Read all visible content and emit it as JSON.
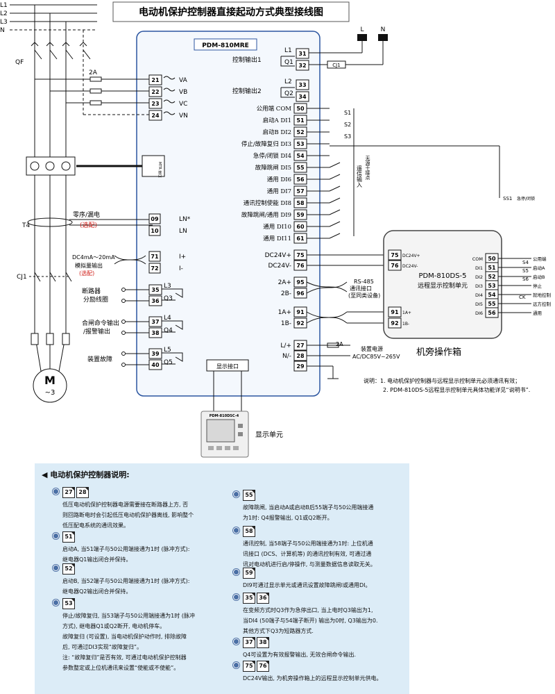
{
  "title": "电动机保护控制器直接起动方式典型接线图",
  "model": "PDM-810MRE",
  "lines": [
    "L1",
    "L2",
    "L3",
    "N"
  ],
  "qf": "QF",
  "t4": "T4",
  "cj1": "CJ1",
  "fuse_2a": "2A",
  "motor": {
    "label": "M",
    "sub": "~3"
  },
  "mtr_port": "MTR 端口",
  "top_ln": {
    "l": "L",
    "n": "N"
  },
  "cj1_small": "CJ1",
  "left_terms": [
    {
      "name": "VA",
      "num": "21"
    },
    {
      "name": "VB",
      "num": "22"
    },
    {
      "name": "VC",
      "num": "23"
    },
    {
      "name": "VN",
      "num": "24"
    }
  ],
  "zero_seq": {
    "title": "零序/漏电",
    "opt": "(选配)",
    "t1": "09",
    "t2": "10",
    "l1": "LN*",
    "l2": "LN"
  },
  "analog": {
    "title": "DC4mA～20mA",
    "title2": "模拟量输出",
    "opt": "(选配)",
    "t1": "71",
    "t2": "72",
    "l1": "I+",
    "l2": "I-"
  },
  "relays": [
    {
      "desc": "断路器",
      "desc2": "分励线圈",
      "l": "L3",
      "q": "Q3",
      "t1": "35",
      "t2": "36"
    },
    {
      "desc": "合闸命令输出",
      "desc2": "/报警输出",
      "l": "L4",
      "q": "Q4",
      "t1": "37",
      "t2": "38"
    },
    {
      "desc": "装置故障",
      "desc2": "",
      "l": "L5",
      "q": "Q5",
      "t1": "39",
      "t2": "40"
    }
  ],
  "ctrl_out": [
    {
      "label": "控制输出1",
      "l": "L1",
      "q": "Q1",
      "t1": "31",
      "t2": "32"
    },
    {
      "label": "控制输出2",
      "l": "L2",
      "q": "Q2",
      "t1": "33",
      "t2": "34"
    }
  ],
  "di_terms": [
    {
      "label": "公用端 COM",
      "num": "50"
    },
    {
      "label": "启动A DI1",
      "num": "51"
    },
    {
      "label": "启动B DI2",
      "num": "52"
    },
    {
      "label": "停止/故障复归 DI3",
      "num": "53"
    },
    {
      "label": "急停/闭锁 DI4",
      "num": "54"
    },
    {
      "label": "故障跳闸 DI5",
      "num": "55"
    },
    {
      "label": "通用 DI6",
      "num": "56"
    },
    {
      "label": "通用 DI7",
      "num": "57"
    },
    {
      "label": "通讯控制使能 DI8",
      "num": "58"
    },
    {
      "label": "故障跳闸/通用 DI9",
      "num": "59"
    },
    {
      "label": "通用 DI10",
      "num": "60"
    },
    {
      "label": "通用 DI11",
      "num": "61"
    }
  ],
  "switches": [
    "S1",
    "S2",
    "S3"
  ],
  "remote_signal": "遥信输入",
  "dry_contact": "无源干接点",
  "ss1": "SS1",
  "ss1_label": "急停/闭锁",
  "dc24": [
    {
      "label": "DC24V+",
      "num": "75"
    },
    {
      "label": "DC24V-",
      "num": "76"
    }
  ],
  "rs485": {
    "t1": {
      "label": "2A+",
      "num": "95"
    },
    "t2": {
      "label": "2B-",
      "num": "96"
    },
    "title": "RS-485",
    "sub": "通讯接口",
    "sub2": "(至同类设备)"
  },
  "link": {
    "t1": {
      "label": "1A+",
      "num": "91"
    },
    "t2": {
      "label": "1B-",
      "num": "92"
    }
  },
  "power": {
    "t1": {
      "label": "L/+",
      "num": "27"
    },
    "t2": {
      "label": "N/-",
      "num": "28"
    },
    "t3": {
      "num": "29"
    },
    "fuse": "2A",
    "desc": "装置电源",
    "desc2": "AC/DC85V~265V"
  },
  "display_port": "显示接口",
  "display_unit": {
    "label": "显示单元",
    "model": "PDM-810DSC-4"
  },
  "remote_box": {
    "model": "PDM-810DS-5",
    "desc": "远程显示控制单元",
    "box_label": "机旁操作箱",
    "left_terms": [
      {
        "label": "DC24V+",
        "num": "75"
      },
      {
        "label": "DC24V-",
        "num": "76"
      },
      {
        "label": "1A+",
        "num": "91"
      },
      {
        "label": "1B-",
        "num": "92"
      }
    ],
    "right_terms": [
      {
        "label": "COM",
        "num": "50",
        "desc": "公用端"
      },
      {
        "label": "DI1",
        "num": "51",
        "desc": "启动A"
      },
      {
        "label": "DI2",
        "num": "52",
        "desc": "启动B"
      },
      {
        "label": "DI3",
        "num": "53",
        "desc": "停止"
      },
      {
        "label": "DI4",
        "num": "54",
        "desc": "就地控制"
      },
      {
        "label": "DI5",
        "num": "55",
        "desc": "远方控制"
      },
      {
        "label": "DI6",
        "num": "56",
        "desc": "通用"
      }
    ],
    "switches": [
      "S4",
      "S5",
      "S6",
      "CK"
    ]
  },
  "explain": {
    "line1": "说明：1. 电动机保护控制器与远程显示控制单元必须通讯有效；",
    "line2": "2. PDM-810DS-5远程显示控制单元具体功能详见“说明书”."
  },
  "desc_title": "电动机保护控制器说明:",
  "notes_left": [
    {
      "tags": [
        "27",
        "28"
      ],
      "text": "低压电动机保护控制器电源需要接在断路器上方, 否\n则回路断电时会引起低压电动机保护器离线, 影响整个\n低压配电系统的通讯效果。"
    },
    {
      "tags": [
        "51"
      ],
      "text": "启动A, 当51端子与50公用端接通为1时 (脉冲方式):\n继电器Q1输出闭合并保持。"
    },
    {
      "tags": [
        "52"
      ],
      "text": "启动B, 当52端子与50公用端接通为1时 (脉冲方式):\n继电器Q2输出闭合并保持。"
    },
    {
      "tags": [
        "53"
      ],
      "text": "停止/故障复归, 当53端子与50公用端接通为1时 (脉冲\n方式), 继电器Q1或Q2断开, 电动机停车。\n故障复归 (可设置), 当电动机保护动作时, 排除故障\n后, 可通过DI3实现“故障复归”。\n注: “故障复归”是否有效, 可通过电动机保护控制器\n参数整定或上位机通讯来设置“使能或不使能”。"
    }
  ],
  "notes_right": [
    {
      "tags": [
        "55"
      ],
      "text": "故障跳闸, 当启动A或启动B后55端子与50公用端接通\n为1时: Q4报警输出, Q1或Q2断开。"
    },
    {
      "tags": [
        "58"
      ],
      "text": "通讯控制, 当58端子与50公用端接通为1时: 上位机通\n讯接口 (DCS、计算机等) 的通讯控制有效, 可通过通\n讯对电动机进行启/停操作, 与测量数据信息读取无关。"
    },
    {
      "tags": [
        "59"
      ],
      "text": "DI9可通过显示单元或通讯设置故障跳闸I或通用DI。"
    },
    {
      "tags": [
        "35",
        "36"
      ],
      "text": "在变频方式时Q3作为急停出口, 当上电时Q3输出为1,\n当DI4 (50端子与54端子断开) 输出为0时, Q3输出为0.\n其他方式下Q3为短路器方式."
    },
    {
      "tags": [
        "37",
        "38"
      ],
      "text": "Q4可设置为有效报警输出, 无效合闸命令输出."
    },
    {
      "tags": [
        "75",
        "76"
      ],
      "text": "DC24V输出, 为机旁操作箱上的远程显示控制单元供电。"
    }
  ]
}
